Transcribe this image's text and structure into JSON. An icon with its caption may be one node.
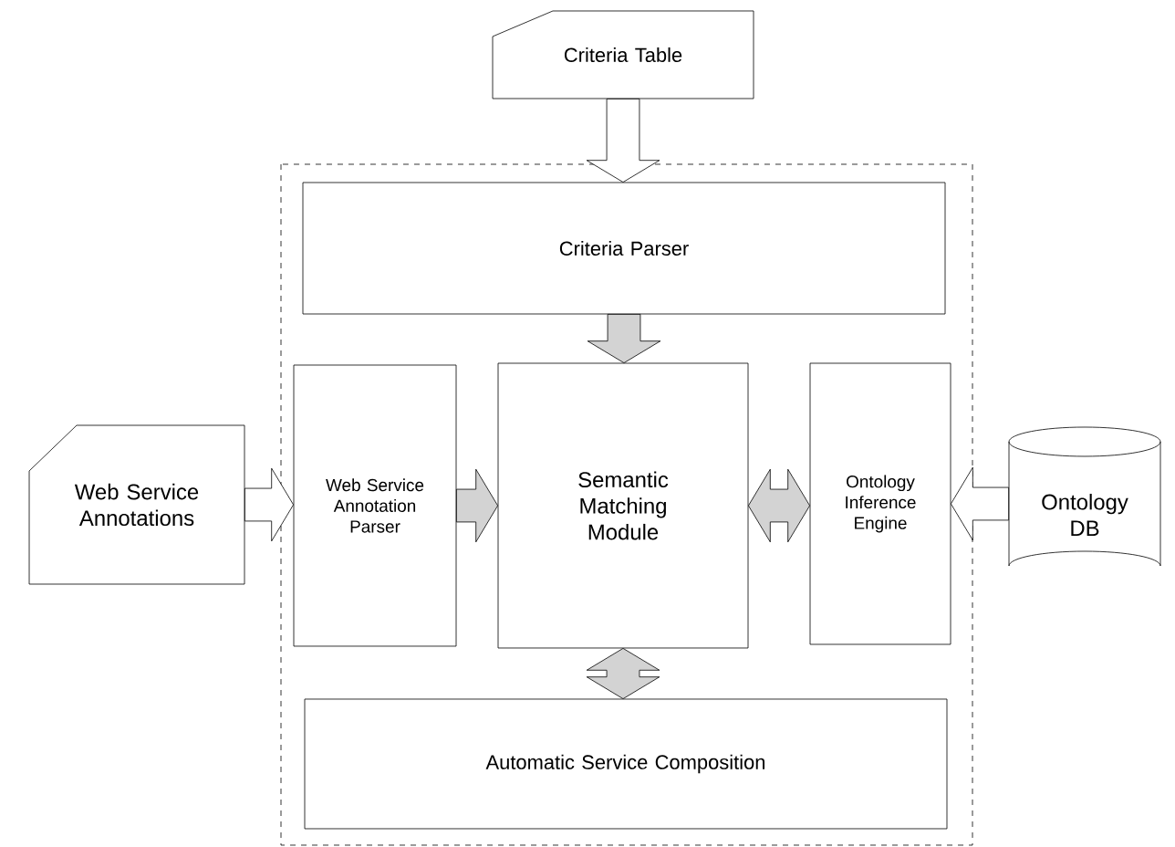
{
  "diagram": {
    "nodes": [
      {
        "text": [
          "Criteria Table"
        ]
      },
      {
        "text": [],
        "shape": "box"
      },
      {
        "text": [
          "Criteria Parser"
        ],
        "in": 1
      },
      {
        "text": [
          "Web Service Annotation Parser"
        ],
        "in": 1
      },
      {
        "text": [
          "Semantic Matching Module"
        ],
        "in": 1
      },
      {
        "text": [
          "Ontology Inference Engine"
        ],
        "in": 1
      },
      {
        "text": [
          "Automatic Service Composition"
        ],
        "in": 1
      },
      {
        "text": [
          "Web Service Annotations"
        ]
      },
      {
        "text": [
          "Ontology DB"
        ]
      }
    ],
    "edges": [
      {
        "from": 0,
        "to": 2,
        "arrow": "to",
        "color": "#ffffff"
      },
      {
        "from": 2,
        "to": 4,
        "arrow": "to"
      },
      {
        "from": 7,
        "to": 3,
        "arrow": "to",
        "color": "#ffffff"
      },
      {
        "from": 3,
        "to": 4,
        "arrow": "to"
      },
      {
        "from": 4,
        "to": 5,
        "arrow": "both"
      },
      {
        "from": 8,
        "to": 5,
        "arrow": "to",
        "color": "#ffffff"
      },
      {
        "from": 4,
        "to": 6,
        "arrow": "both"
      }
    ]
  }
}
